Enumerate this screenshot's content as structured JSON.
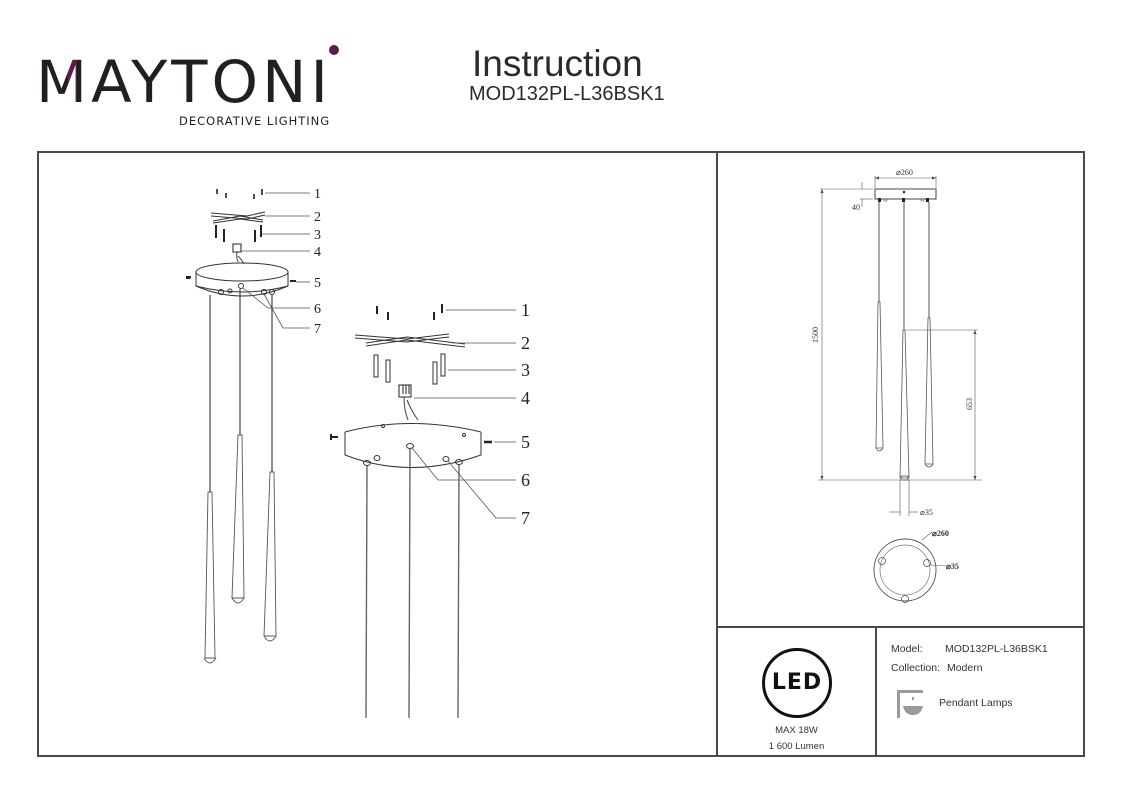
{
  "brand": {
    "logo_text_first": "M",
    "logo_text_rest": "AYTON",
    "logo_text_last": "I",
    "tagline": "DECORATIVE LIGHTING",
    "accent_color": "#5b1f4e"
  },
  "header": {
    "title": "Instruction",
    "model_code": "MOD132PL-L36BSK1"
  },
  "assembly": {
    "parts_small": [
      "1",
      "2",
      "3",
      "4",
      "5",
      "6",
      "7"
    ],
    "parts_large": [
      "1",
      "2",
      "3",
      "4",
      "5",
      "6",
      "7"
    ]
  },
  "dimensions": {
    "canopy_diameter": "⌀260",
    "canopy_height": "40",
    "total_height": "1500",
    "shade_length": "653",
    "shade_diameter": "⌀35",
    "top_view_canopy_diameter": "⌀260",
    "top_view_shade_diameter": "⌀35"
  },
  "led": {
    "icon_label": "LED",
    "max_power": "MAX 18W",
    "lumen": "1 600 Lumen"
  },
  "specs": {
    "model_label": "Model:",
    "model_value": "MOD132PL-L36BSK1",
    "collection_label": "Collection:",
    "collection_value": "Modern",
    "category": "Pendant Lamps"
  }
}
